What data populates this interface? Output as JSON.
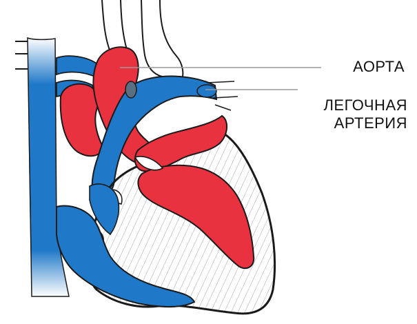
{
  "labels": {
    "aorta": "АОРТА",
    "pulmonary_artery_line1": "ЛЕГОЧНАЯ",
    "pulmonary_artery_line2": "АРТЕРИЯ"
  },
  "colors": {
    "oxygenated": "#e8323f",
    "deoxygenated": "#1f78c8",
    "outline": "#1a1a1a",
    "muscle_hatch": "#8a8a8a",
    "leader_line": "#9a9a9a"
  }
}
